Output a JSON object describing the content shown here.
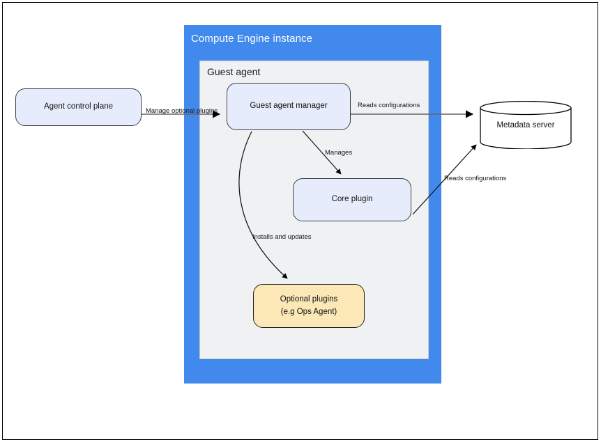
{
  "diagram": {
    "title_visible": false,
    "containers": [
      {
        "id": "compute-engine-instance",
        "label": "Compute Engine instance",
        "color": "#4189ec",
        "text_color": "#ffffff"
      },
      {
        "id": "guest-agent",
        "label": "Guest agent",
        "color": "#f0f1f2",
        "text_color": "#1a1a1a"
      }
    ],
    "nodes": [
      {
        "id": "agent-control-plane",
        "label": "Agent control plane",
        "shape": "rounded-rect",
        "fill": "#e6ecfb"
      },
      {
        "id": "guest-agent-manager",
        "label": "Guest agent manager",
        "shape": "rounded-rect",
        "fill": "#e6ecfb"
      },
      {
        "id": "core-plugin",
        "label": "Core plugin",
        "shape": "rounded-rect",
        "fill": "#e6ecfb"
      },
      {
        "id": "optional-plugins",
        "label_line1": "Optional plugins",
        "label_line2": "(e.g  Ops Agent)",
        "shape": "rounded-rect",
        "fill": "#fbe8b6"
      },
      {
        "id": "metadata-server",
        "label": "Metadata server",
        "shape": "cylinder",
        "fill": "#ffffff"
      }
    ],
    "edges": [
      {
        "id": "acp-to-gam",
        "label": "Manage optional plugins",
        "from": "agent-control-plane",
        "to": "guest-agent-manager"
      },
      {
        "id": "gam-to-meta",
        "label": "Reads configurations",
        "from": "guest-agent-manager",
        "to": "metadata-server"
      },
      {
        "id": "gam-to-core",
        "label": "Manages",
        "from": "guest-agent-manager",
        "to": "core-plugin"
      },
      {
        "id": "gam-to-optional",
        "label": "Installs and updates",
        "from": "guest-agent-manager",
        "to": "optional-plugins"
      },
      {
        "id": "core-to-meta",
        "label": "Reads configurations",
        "from": "core-plugin",
        "to": "metadata-server"
      }
    ],
    "colors": {
      "instance_blue": "#4189ec",
      "panel_gray": "#f0f1f2",
      "node_blue": "#e6ecfb",
      "node_yellow": "#fbe8b6",
      "stroke_dark": "#3c4043",
      "connector_gray": "#666666",
      "connector_black": "#000000",
      "page_background": "#ffffff"
    }
  }
}
